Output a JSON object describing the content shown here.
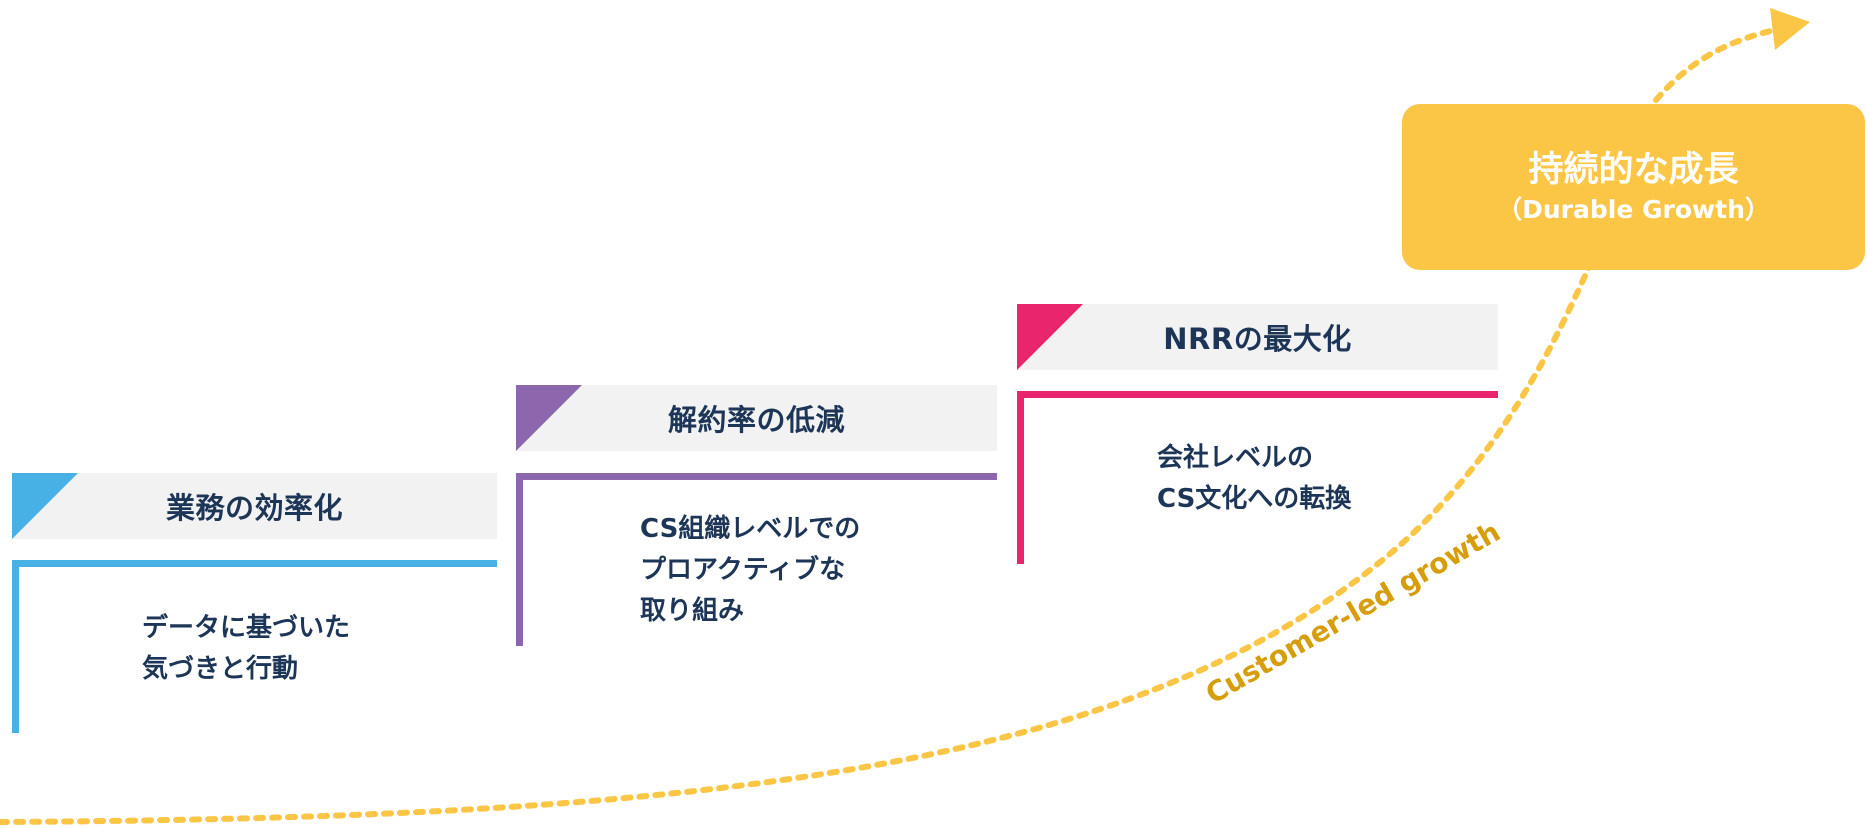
{
  "steps": [
    {
      "title": "業務の効率化",
      "body_lines": [
        "データに基づいた",
        "気づきと行動"
      ],
      "color": "#47b1e6"
    },
    {
      "title": "解約率の低減",
      "body_lines": [
        "CS組織レベルでの",
        "プロアクティブな",
        "取り組み"
      ],
      "color": "#8c67ad"
    },
    {
      "title": "NRRの最大化",
      "body_lines": [
        "会社レベルの",
        "CS文化への転換"
      ],
      "color": "#e9266d"
    }
  ],
  "goal": {
    "title": "持続的な成長",
    "subtitle": "（Durable Growth）",
    "color": "#fbc645"
  },
  "growth_curve": {
    "label": "Customer-led growth",
    "color": "#fbc645",
    "label_color": "#d69e0c"
  }
}
